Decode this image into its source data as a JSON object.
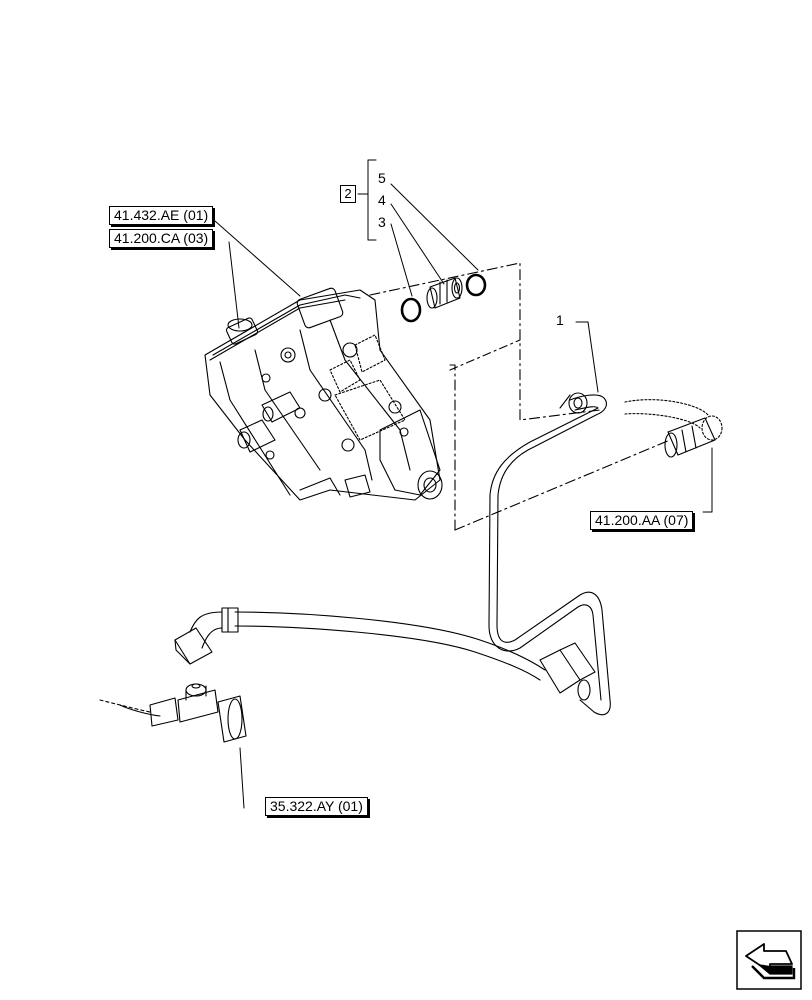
{
  "references": {
    "ref_valve_1": "41.432.AE (01)",
    "ref_valve_2": "41.200.CA (03)",
    "ref_coupler": "41.200.AA (07)",
    "ref_tee": "35.322.AY (01)"
  },
  "callouts": {
    "c1": "1",
    "c3": "3",
    "c4": "4",
    "c5": "5",
    "group": "2"
  },
  "nav": {
    "icon": "next-page-arrow-icon"
  }
}
